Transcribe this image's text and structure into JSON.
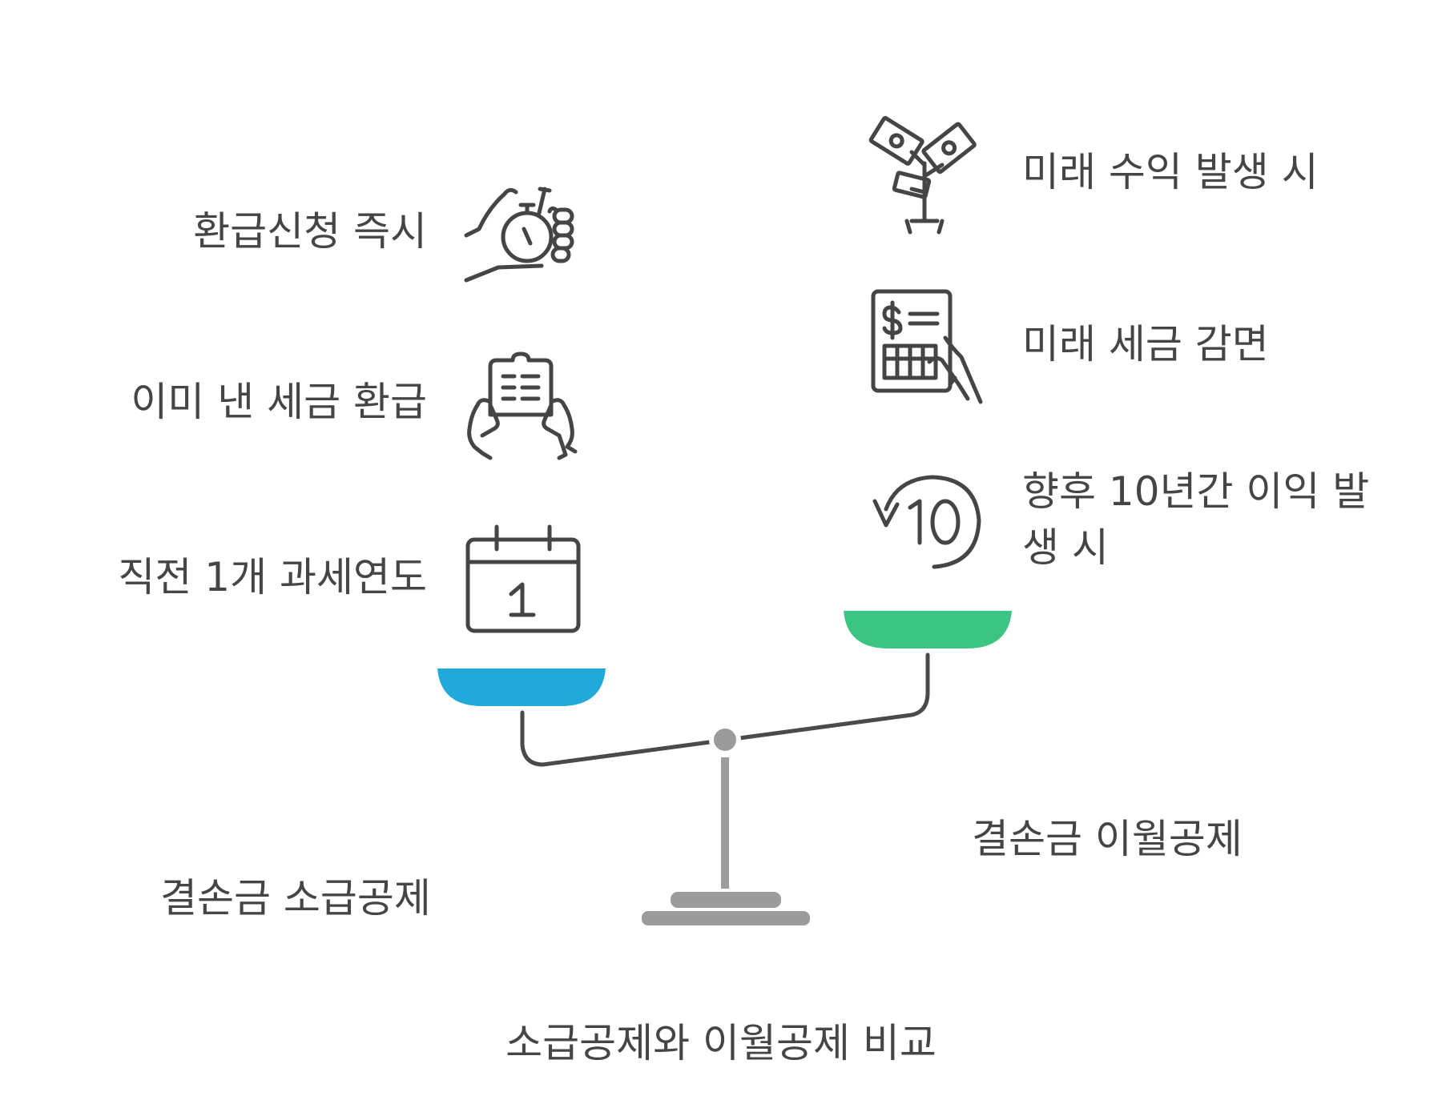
{
  "title": "소급공제와 이월공제 비교",
  "left": {
    "caption": "결손금 소급공제",
    "pan_color": "#20A9D9",
    "items": [
      {
        "text": "환급신청 즉시",
        "icon": "stopwatch-in-hand-icon"
      },
      {
        "text": "이미 낸 세금 환급",
        "icon": "hands-holding-document-icon"
      },
      {
        "text": "직전 1개 과세연도",
        "icon": "calendar-one-icon"
      }
    ]
  },
  "right": {
    "caption": "결손금 이월공제",
    "pan_color": "#3CC483",
    "items": [
      {
        "text": "미래 수익 발생 시",
        "icon": "money-tree-icon"
      },
      {
        "text": "미래 세금 감면",
        "icon": "tax-form-in-hand-icon"
      },
      {
        "text": "향후 10년간 이익 발생 시",
        "icon": "ten-year-rewind-icon"
      }
    ]
  },
  "colors": {
    "beam": "#4A4A4A",
    "stand": "#9B9B9B",
    "icon_stroke": "#454545"
  }
}
